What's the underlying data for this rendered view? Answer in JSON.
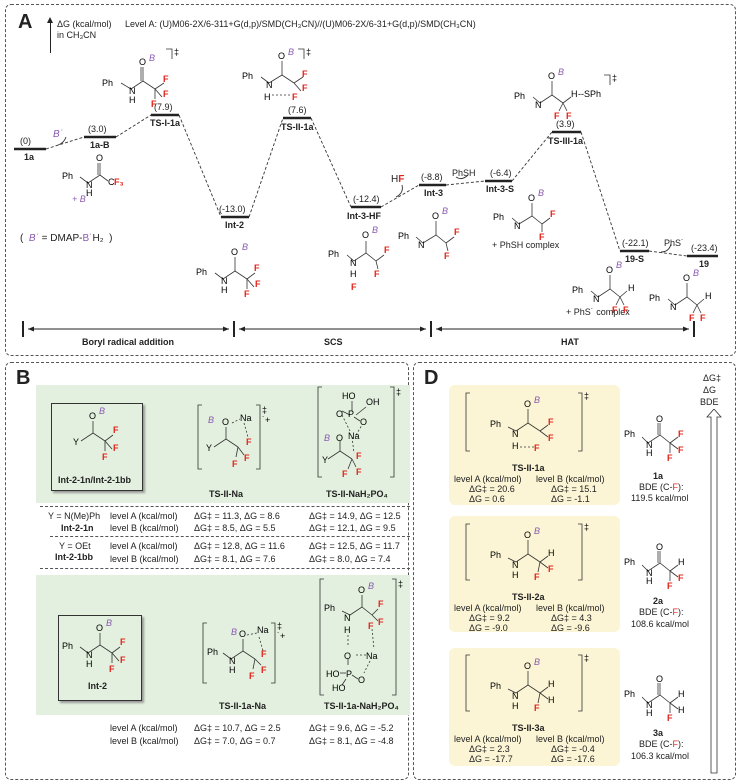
{
  "panelA": {
    "letter": "A",
    "axis_label_line1": "ΔG (kcal/mol)",
    "axis_label_line2": "in CH₃CN",
    "level_text": "Level A: (U)M06-2X/6-311+G(d,p)/SMD(CH₃CN)//(U)M06-2X/6-31+G(d,p)/SMD(CH₃CN)",
    "boryl_def": "B˙ = DMAP-B˙H₂",
    "states": [
      {
        "id": "1a",
        "energy": "(0)",
        "label": "1a"
      },
      {
        "id": "1a-B",
        "energy": "(3.0)",
        "label": "1a-B"
      },
      {
        "id": "TS-I-1a",
        "energy": "(7.9)",
        "label": "TS-I-1a"
      },
      {
        "id": "Int-2",
        "energy": "(-13.0)",
        "label": "Int-2"
      },
      {
        "id": "TS-II-1a",
        "energy": "(7.6)",
        "label": "TS-II-1a"
      },
      {
        "id": "Int-3-HF",
        "energy": "(-12.4)",
        "label": "Int-3-HF"
      },
      {
        "id": "Int-3",
        "energy": "(-8.8)",
        "label": "Int-3"
      },
      {
        "id": "Int-3-S",
        "energy": "(-6.4)",
        "label": "Int-3-S"
      },
      {
        "id": "TS-III-1a",
        "energy": "(3.9)",
        "label": "TS-III-1a"
      },
      {
        "id": "19-S",
        "energy": "(-22.1)",
        "label": "19-S"
      },
      {
        "id": "19",
        "energy": "(-23.4)",
        "label": "19"
      }
    ],
    "annotations": {
      "b_radical": "B˙",
      "plus_b": "+ B˙",
      "hf": "HF",
      "phsh": "PhSH",
      "phs": "PhS˙",
      "phsh_complex": "+ PhSH complex",
      "phs_complex": "+ PhS˙ complex"
    },
    "phases": [
      "Boryl radical addition",
      "SCS",
      "HAT"
    ]
  },
  "panelB": {
    "letter": "B",
    "top_structures": [
      "Int-2-1n/Int-2-1bb",
      "TS-II-Na",
      "TS-II-NaH₂PO₄"
    ],
    "rows": [
      {
        "y": "Y = N(Me)Ph",
        "name": "Int-2-1n",
        "levels": [
          {
            "level": "level A (kcal/mol)",
            "na": "ΔG‡ = 11.3, ΔG = 8.6",
            "nah2po4": "ΔG‡ = 14.9, ΔG = 12.5"
          },
          {
            "level": "level B (kcal/mol)",
            "na": "ΔG‡ = 8.5, ΔG = 5.5",
            "nah2po4": "ΔG‡ = 12.1, ΔG = 9.5"
          }
        ]
      },
      {
        "y": "Y = OEt",
        "name": "Int-2-1bb",
        "levels": [
          {
            "level": "level A (kcal/mol)",
            "na": "ΔG‡ = 12.8, ΔG = 11.6",
            "nah2po4": "ΔG‡ = 12.5, ΔG = 11.7"
          },
          {
            "level": "level B (kcal/mol)",
            "na": "ΔG‡ = 8.1, ΔG = 7.6",
            "nah2po4": "ΔG‡ = 8.0, ΔG = 7.4"
          }
        ]
      }
    ],
    "bottom_structures": [
      "Int-2",
      "TS-II-1a-Na",
      "TS-II-1a-NaH₂PO₄"
    ],
    "bottom_rows": [
      {
        "level": "level A (kcal/mol)",
        "na": "ΔG‡ = 10.7, ΔG = 2.5",
        "nah2po4": "ΔG‡ = 9.6, ΔG = -5.2"
      },
      {
        "level": "level B (kcal/mol)",
        "na": "ΔG‡ = 7.0, ΔG = 0.7",
        "nah2po4": "ΔG‡ = 8.1, ΔG = -4.8"
      }
    ]
  },
  "panelD": {
    "letter": "D",
    "trend_labels": [
      "ΔG‡",
      "ΔG",
      "BDE"
    ],
    "entries": [
      {
        "ts": "TS-II-1a",
        "levelA_label": "level A (kcal/mol)",
        "levelB_label": "level B (kcal/mol)",
        "A_dg_ts": "ΔG‡ = 20.6",
        "A_dg": "ΔG = 0.6",
        "B_dg_ts": "ΔG‡ = 15.1",
        "B_dg": "ΔG = -1.1",
        "product": "1a",
        "bde_label": "BDE (C-F):",
        "bde_value": "119.5 kcal/mol"
      },
      {
        "ts": "TS-II-2a",
        "levelA_label": "level A (kcal/mol)",
        "levelB_label": "level B (kcal/mol)",
        "A_dg_ts": "ΔG‡ = 9.2",
        "A_dg": "ΔG = -9.0",
        "B_dg_ts": "ΔG‡ = 4.3",
        "B_dg": "ΔG = -9.6",
        "product": "2a",
        "bde_label": "BDE (C-F):",
        "bde_value": "108.6 kcal/mol"
      },
      {
        "ts": "TS-II-3a",
        "levelA_label": "level A (kcal/mol)",
        "levelB_label": "level B (kcal/mol)",
        "A_dg_ts": "ΔG‡ = 2.3",
        "A_dg": "ΔG = -17.7",
        "B_dg_ts": "ΔG‡ = -0.4",
        "B_dg": "ΔG = -17.6",
        "product": "3a",
        "bde_label": "BDE (C-F):",
        "bde_value": "106.3 kcal/mol"
      }
    ]
  },
  "colors": {
    "fluorine": "#e0241b",
    "boron": "#8a5bb0",
    "green_bg": "#e3f0df",
    "yellow_bg": "#fbf5d5"
  }
}
